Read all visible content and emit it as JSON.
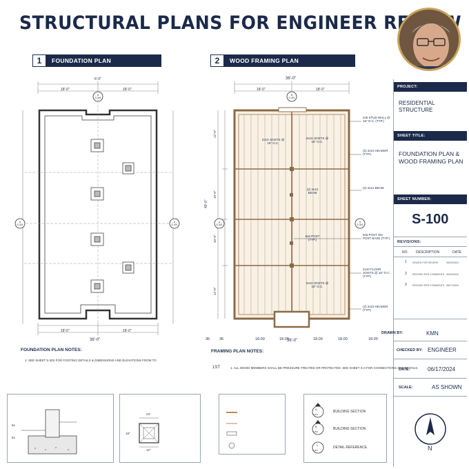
{
  "page_title": "STRUCTURAL PLANS FOR ENGINEER REVIEW",
  "sections": [
    {
      "number": "1",
      "title": "FOUNDATION PLAN"
    },
    {
      "number": "2",
      "title": "WOOD FRAMING PLAN"
    }
  ],
  "foundation": {
    "overall_dim_top": "6'-0\"",
    "overall_dim_bottom": "36'-0\"",
    "dim_top_left": "18'-0\"",
    "dim_top_right": "18'-0\"",
    "dim_bot_left": "18'-0\"",
    "dim_bot_right": "18'-0\"",
    "section_tag_top": "A",
    "section_tag_ref": "S-301",
    "notes_heading": "FOUNDATION PLAN NOTES:",
    "notes_text": "1. SEE SHEET S-302 FOR FOOTING DETAILS & DIMENSIONS AND ELEVATIONS FROM TO"
  },
  "framing": {
    "overall_dim_top": "36'-0\"",
    "overall_dim_left": "40'-0\"",
    "dim_top_left": "18'-0\"",
    "dim_top_right": "18'-0\"",
    "dim_side": [
      "12'-0\"",
      "10'-0\"",
      "10'-0\"",
      "12'-0\""
    ],
    "bottom_labels": [
      "36",
      "36",
      "18.00",
      "18.00",
      "18.00",
      "18.00",
      "18.00"
    ],
    "bottom_dim": "36'-0\"",
    "inner_labels": [
      {
        "text": "2x10 JOISTS @ 16\" O.C."
      },
      {
        "text": "2x10 JOISTS @ 16\" O.C."
      },
      {
        "text": "(2) 2x12 BEAM"
      },
      {
        "text": "6x6 POST (TYP.)"
      },
      {
        "text": "2x10 JOISTS @ 16\" O.C."
      }
    ],
    "callouts": [
      "2x6 STUD WALL @ 16\" O.C. (TYP.)",
      "(2) 2x10 HEADER (TYP.)",
      "(2) 2x12 BEAM",
      "6x6 POST ON POST BASE (TYP.)",
      "2x10 FLOOR JOISTS @ 16\" O.C. (TYP.)",
      "(2) 2x10 HEADER (TYP.)"
    ],
    "notes_heading": "FRAMING PLAN NOTES:",
    "notes_prefix": "1ST",
    "notes_text": "1. ALL WOOD MEMBERS SHALL BE PRESSURE TREATED OR PROTECTED. SEE SHEET S-3 FOR CONNECTIONS AND DETAILS."
  },
  "details": {
    "footing_dims": [
      "5x",
      "5x"
    ],
    "pier_dims": [
      "24\"",
      "18\"",
      "12\""
    ]
  },
  "legend": [
    {
      "tag": "A",
      "ref": "S-301",
      "label": "BUILDING SECTION"
    },
    {
      "tag": "B",
      "ref": "S-301",
      "label": "BUILDING SECTION"
    },
    {
      "tag": "1",
      "ref": "S-301",
      "label": "DETAIL REFERENCE"
    }
  ],
  "title_block": {
    "project_label": "PROJECT:",
    "project_value": "RESIDENTIAL STRUCTURE",
    "sheet_title_label": "SHEET TITLE:",
    "sheet_title_value": "FOUNDATION PLAN & WOOD FRAMING PLAN",
    "sheet_number_label": "SHEET NUMBER:",
    "sheet_number_value": "S-100",
    "revisions_label": "REVISIONS:",
    "rev_headers": [
      "NO.",
      "DESCRIPTION",
      "DATE"
    ],
    "revisions": [
      {
        "no": "1",
        "desc": "ISSUED FOR REVIEW",
        "date": "06/20/2024"
      },
      {
        "no": "2",
        "desc": "REVISED PER COMMENTS",
        "date": "06/03/2024"
      },
      {
        "no": "3",
        "desc": "REVISED PER COMMENTS",
        "date": "06/17/2024"
      }
    ],
    "drawn_by_label": "DRAWN BY:",
    "drawn_by_value": "KMN",
    "checked_by_label": "CHECKED BY:",
    "checked_by_value": "ENGINEER",
    "date_label": "DATE:",
    "date_value": "06/17/2024",
    "scale_label": "SCALE:",
    "scale_value": "AS SHOWN",
    "north_label": "N"
  },
  "colors": {
    "navy": "#1b2a4a",
    "wood": "#b48a5a",
    "gold": "#c9a35a"
  }
}
